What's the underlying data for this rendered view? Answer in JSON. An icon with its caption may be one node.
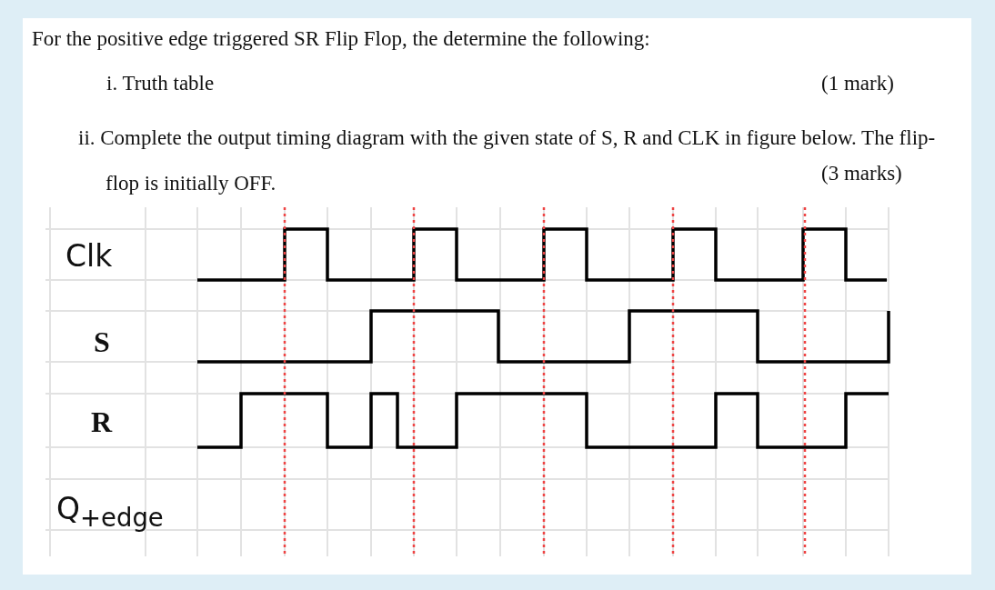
{
  "diagram": {
    "title": "For the positive edge triggered SR Flip Flop, the determine the following:",
    "labels": [
      "i. Truth table",
      "(1 mark)",
      "ii. Complete the output timing diagram with the given state of S, R and CLK in figure below. The flip-flop is initially OFF.",
      "(3 marks)",
      "Clk",
      "S",
      "R",
      "Q$_{+edge}$"
    ]
  }
}
